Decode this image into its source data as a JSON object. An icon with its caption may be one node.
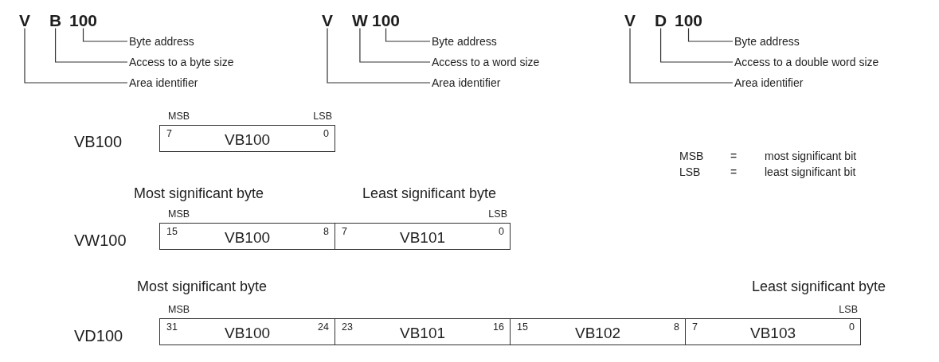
{
  "diagram": {
    "nodes": [
      {
        "text": [
          "V"
        ]
      },
      {
        "text": [
          "B"
        ]
      },
      {
        "text": [
          "100"
        ]
      },
      {
        "text": [
          "Byte address"
        ]
      },
      {
        "text": [
          "Access to a byte size"
        ]
      },
      {
        "text": [
          "Area identifier"
        ]
      },
      {
        "text": [
          "V"
        ]
      },
      {
        "text": [
          "W"
        ]
      },
      {
        "text": [
          "100"
        ]
      },
      {
        "text": [
          "Byte address"
        ]
      },
      {
        "text": [
          "Access to a word size"
        ]
      },
      {
        "text": [
          "Area identifier"
        ]
      },
      {
        "text": [
          "V"
        ]
      },
      {
        "text": [
          "D"
        ]
      },
      {
        "text": [
          "100"
        ]
      },
      {
        "text": [
          "Byte address"
        ]
      },
      {
        "text": [
          "Access to a double word size"
        ]
      },
      {
        "text": [
          "Area identifier"
        ]
      },
      {
        "text": [
          "7",
          "VB100",
          "0"
        ],
        "beside": [
          "MSB",
          "LSB"
        ]
      },
      {
        "text": [
          "15",
          "VB100",
          "8"
        ],
        "beside": [
          "MSB"
        ]
      },
      {
        "text": [
          "7",
          "VB101",
          "0"
        ],
        "beside": [
          "LSB"
        ]
      },
      {
        "text": [
          "31",
          "VB100",
          "24"
        ],
        "beside": [
          "MSB"
        ]
      },
      {
        "text": [
          "23",
          "VB101",
          "16"
        ]
      },
      {
        "text": [
          "15",
          "VB102",
          "8"
        ]
      },
      {
        "text": [
          "7",
          "VB103",
          "0"
        ],
        "beside": [
          "LSB"
        ]
      }
    ],
    "edges": [
      {
        "from": 2,
        "to": 3,
        "arrow": "none"
      },
      {
        "from": 1,
        "to": 4,
        "arrow": "none"
      },
      {
        "from": 0,
        "to": 5,
        "arrow": "none"
      },
      {
        "from": 8,
        "to": 9,
        "arrow": "none"
      },
      {
        "from": 7,
        "to": 10,
        "arrow": "none"
      },
      {
        "from": 6,
        "to": 11,
        "arrow": "none"
      },
      {
        "from": 14,
        "to": 15,
        "arrow": "none"
      },
      {
        "from": 13,
        "to": 16,
        "arrow": "none"
      },
      {
        "from": 12,
        "to": 17,
        "arrow": "none"
      }
    ],
    "labels": [
      "VB100",
      "MSB",
      "=",
      "most significant bit",
      "LSB",
      "=",
      "least significant bit",
      "Most significant byte",
      "Least significant byte",
      "VW100",
      "Most significant byte",
      "Least significant byte",
      "VD100"
    ]
  }
}
